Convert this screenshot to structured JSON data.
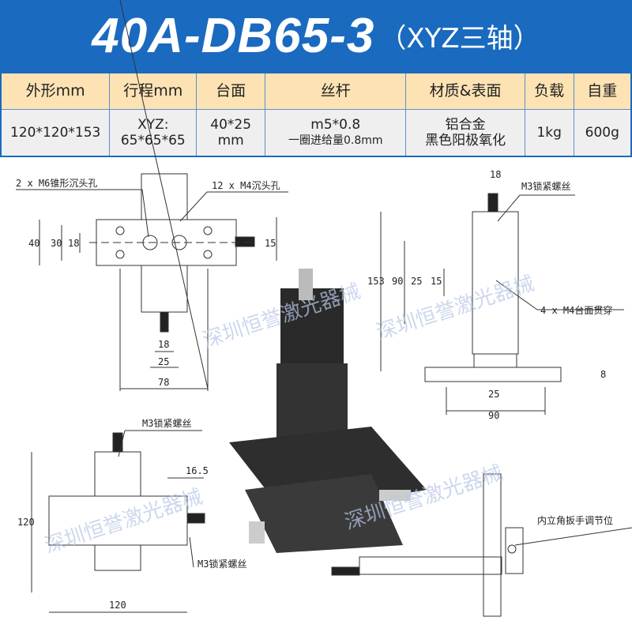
{
  "title": {
    "model": "40A-DB65-3",
    "suffix": "（XYZ三轴）"
  },
  "colors": {
    "brand": "#1a6abf",
    "header_bg": "#fde3b4"
  },
  "table": {
    "headers": [
      "外形mm",
      "行程mm",
      "台面",
      "丝杆",
      "材质&表面",
      "负载",
      "自重"
    ],
    "row": [
      [
        "120*120*153"
      ],
      [
        "XYZ:",
        "65*65*65"
      ],
      [
        "40*25",
        "mm"
      ],
      [
        "m5*0.8",
        "一圈进给量0.8mm"
      ],
      [
        "铝合金",
        "黑色阳极氧化"
      ],
      [
        "1kg"
      ],
      [
        "600g"
      ]
    ]
  },
  "drawings": {
    "top_left": {
      "callout1": "2 x M6锥形沉头孔",
      "callout2": "12 x M4沉头孔",
      "dims": [
        "40",
        "30",
        "18",
        "15",
        "18",
        "25",
        "78"
      ]
    },
    "top_right": {
      "callout1": "M3锁紧螺丝",
      "callout2": "4 x M4台面贯穿",
      "dims": [
        "18",
        "153",
        "90",
        "25",
        "15",
        "8",
        "25",
        "90"
      ]
    },
    "bottom_left": {
      "callout1": "M3锁紧螺丝",
      "callout2": "M3锁紧螺丝",
      "dims": [
        "16.5",
        "120",
        "120"
      ]
    },
    "bottom_right": {
      "callout1": "内立角扳手调节位"
    }
  },
  "watermark": "深圳恒誉激光器械"
}
